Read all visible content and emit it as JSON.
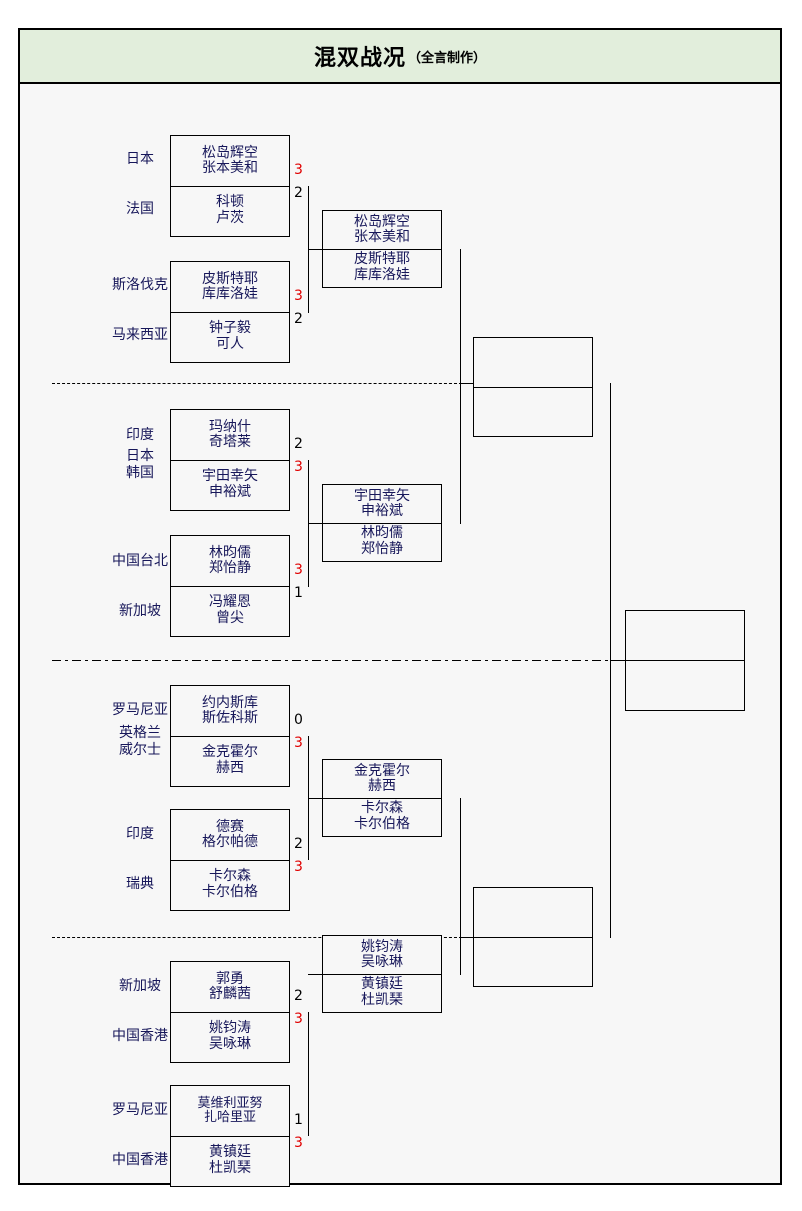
{
  "header": {
    "title": "混双战况",
    "subtitle": "（全言制作）"
  },
  "colors": {
    "header_bg": "#e2eedc",
    "body_bg": "#f7f7f7",
    "name_text": "#17175a",
    "winner_score": "#e00000",
    "loser_score": "#000000",
    "border": "#000000"
  },
  "round1": [
    {
      "top": {
        "country": "日本",
        "names": [
          "松岛辉空",
          "张本美和"
        ],
        "score": "3",
        "winner": true
      },
      "bottom": {
        "country": "法国",
        "names": [
          "科顿",
          "卢茨"
        ],
        "score": "2",
        "winner": false
      }
    },
    {
      "top": {
        "country": "斯洛伐克",
        "names": [
          "皮斯特耶",
          "库库洛娃"
        ],
        "score": "3",
        "winner": true
      },
      "bottom": {
        "country": "马来西亚",
        "names": [
          "钟子毅",
          "可人"
        ],
        "score": "2",
        "winner": false
      }
    },
    {
      "top": {
        "country": "印度",
        "names": [
          "玛纳什",
          "奇塔莱"
        ],
        "score": "2",
        "winner": false
      },
      "bottom": {
        "country": "日本\n韩国",
        "names": [
          "宇田幸矢",
          "申裕斌"
        ],
        "score": "3",
        "winner": true
      }
    },
    {
      "top": {
        "country": "中国台北",
        "names": [
          "林昀儒",
          "郑怡静"
        ],
        "score": "3",
        "winner": true
      },
      "bottom": {
        "country": "新加坡",
        "names": [
          "冯耀恩",
          "曾尖"
        ],
        "score": "1",
        "winner": false
      }
    },
    {
      "top": {
        "country": "罗马尼亚",
        "names": [
          "约内斯库",
          "斯佐科斯"
        ],
        "score": "0",
        "winner": false
      },
      "bottom": {
        "country": "英格兰\n威尔士",
        "names": [
          "金克霍尔",
          "赫西"
        ],
        "score": "3",
        "winner": true
      }
    },
    {
      "top": {
        "country": "印度",
        "names": [
          "德赛",
          "格尔帕德"
        ],
        "score": "2",
        "winner": false
      },
      "bottom": {
        "country": "瑞典",
        "names": [
          "卡尔森",
          "卡尔伯格"
        ],
        "score": "3",
        "winner": true
      }
    },
    {
      "top": {
        "country": "新加坡",
        "names": [
          "郭勇",
          "舒麟茜"
        ],
        "score": "2",
        "winner": false
      },
      "bottom": {
        "country": "中国香港",
        "names": [
          "姚钧涛",
          "吴咏琳"
        ],
        "score": "3",
        "winner": true
      }
    },
    {
      "top": {
        "country": "罗马尼亚",
        "names": [
          "莫维利亚努",
          "扎哈里亚"
        ],
        "score": "1",
        "winner": false
      },
      "bottom": {
        "country": "中国香港",
        "names": [
          "黄镇廷",
          "杜凯琹"
        ],
        "score": "3",
        "winner": true
      }
    }
  ],
  "round2": [
    {
      "top": {
        "names": [
          "松岛辉空",
          "张本美和"
        ],
        "score": ""
      },
      "bottom": {
        "names": [
          "皮斯特耶",
          "库库洛娃"
        ],
        "score": ""
      }
    },
    {
      "top": {
        "names": [
          "宇田幸矢",
          "申裕斌"
        ],
        "score": ""
      },
      "bottom": {
        "names": [
          "林昀儒",
          "郑怡静"
        ],
        "score": ""
      }
    },
    {
      "top": {
        "names": [
          "金克霍尔",
          "赫西"
        ],
        "score": ""
      },
      "bottom": {
        "names": [
          "卡尔森",
          "卡尔伯格"
        ],
        "score": ""
      }
    },
    {
      "top": {
        "names": [
          "姚钧涛",
          "吴咏琳"
        ],
        "score": ""
      },
      "bottom": {
        "names": [
          "黄镇廷",
          "杜凯琹"
        ],
        "score": ""
      }
    }
  ],
  "round3": [
    {
      "top": {
        "names": [
          "",
          ""
        ],
        "score": ""
      },
      "bottom": {
        "names": [
          "",
          ""
        ],
        "score": ""
      }
    },
    {
      "top": {
        "names": [
          "",
          ""
        ],
        "score": ""
      },
      "bottom": {
        "names": [
          "",
          ""
        ],
        "score": ""
      }
    }
  ],
  "final": {
    "top": {
      "names": [
        "",
        ""
      ],
      "score": ""
    },
    "bottom": {
      "names": [
        "",
        ""
      ],
      "score": ""
    }
  }
}
